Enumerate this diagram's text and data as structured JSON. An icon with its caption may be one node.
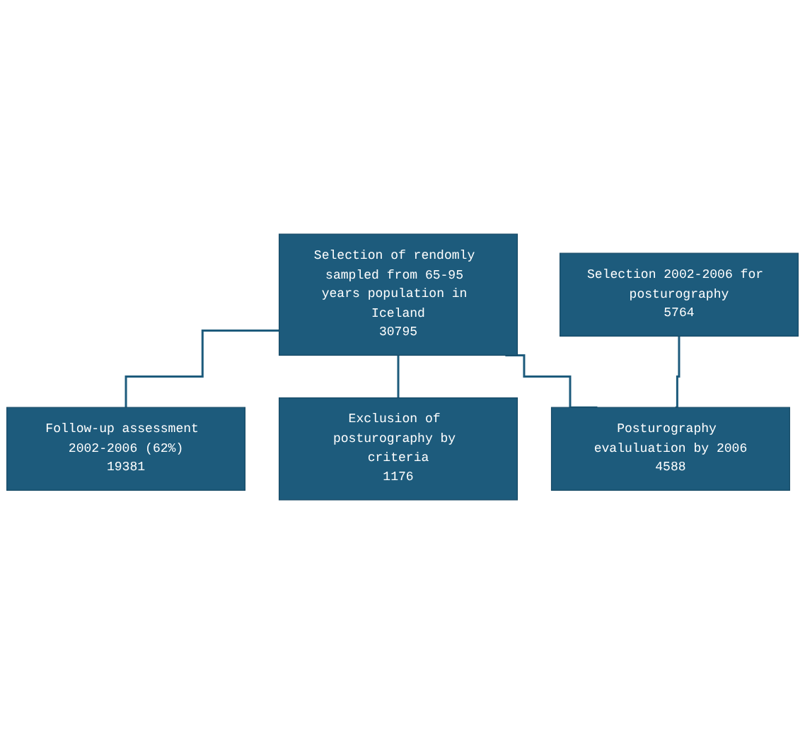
{
  "diagram": {
    "nodes": [
      {
        "text": [
          "Selection of rendomly sampled from 65-95 years population in Iceland",
          "30795"
        ]
      },
      {
        "text": [
          "Follow-up assessment 2002-2006 (62%)",
          "19381"
        ]
      },
      {
        "text": [
          "Selection 2002-2006 for posturography",
          "5764"
        ]
      },
      {
        "text": [
          "Exclusion of posturography by criteria",
          "1176"
        ]
      },
      {
        "text": [
          "Posturography evaluluation by 2006",
          "4588"
        ]
      }
    ],
    "edges": [
      {
        "from": 0,
        "to": 1,
        "arrow": "none"
      },
      {
        "from": 0,
        "to": 3,
        "arrow": "none"
      },
      {
        "from": 0,
        "to": 4,
        "arrow": "none"
      },
      {
        "from": 2,
        "to": 4,
        "arrow": "none"
      }
    ]
  }
}
